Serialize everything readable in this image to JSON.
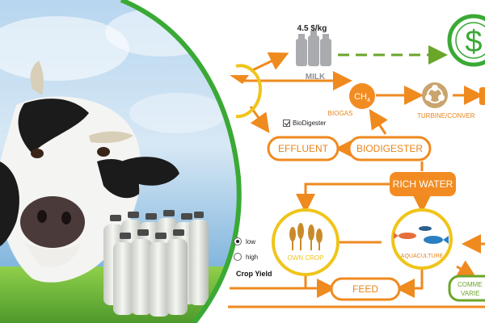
{
  "milk": {
    "price": "4.5 $/kg",
    "label": "MILK"
  },
  "nodes": {
    "ch4_main": "CH",
    "ch4_sub": "4",
    "biogas": "BIOGAS",
    "turbine": "TURBINE/CONVER",
    "effluent": "EFFLUENT",
    "biodigester": "BIODIGESTER",
    "rich_water": "RICH WATER",
    "own_crop": "OWN CROP",
    "aquaculture": "AQUACULTURE",
    "feed": "FEED",
    "commercial_line1": "COMME",
    "commercial_line2": "VARIE",
    "dollar": "$"
  },
  "controls": {
    "biodigester_checkbox": "BioDigester",
    "biodigester_checked": true,
    "crop_yield_options": [
      "low",
      "high"
    ],
    "crop_yield_selected": "low",
    "crop_yield_label": "Crop Yield"
  },
  "colors": {
    "orange": "#ef8a1f",
    "yellow": "#f0c419",
    "green": "#3aa935",
    "dark_orange": "#e8841a"
  }
}
